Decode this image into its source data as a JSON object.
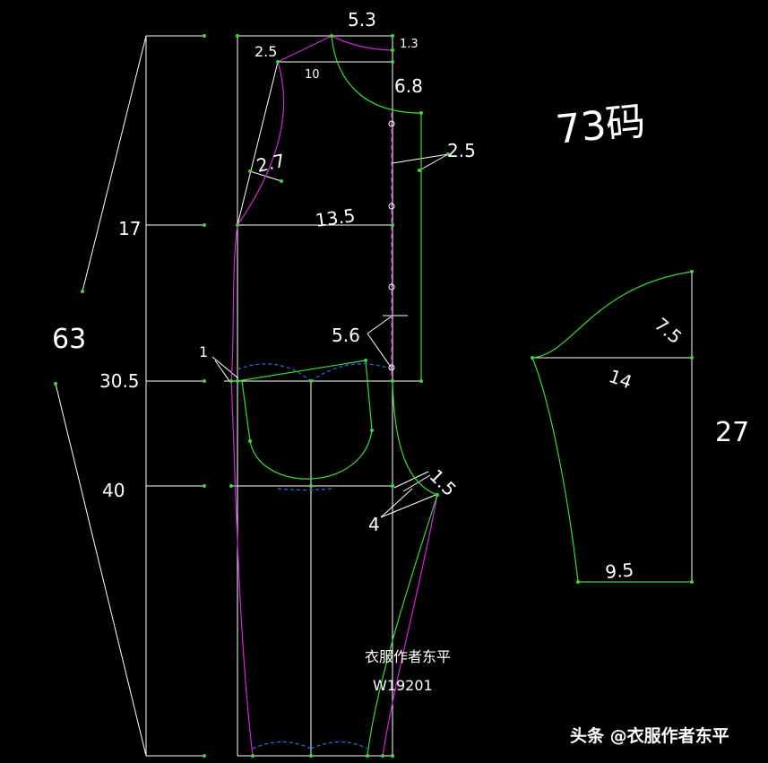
{
  "title": "73码",
  "author_text": "衣服作者东平",
  "code": "W19201",
  "watermark": {
    "prefix": "头条",
    "handle": "@衣服作者东平"
  },
  "front": {
    "total_length": "63",
    "level_17": "17",
    "level_305": "30.5",
    "level_40": "40",
    "shoulder_width": "5.3",
    "shoulder_drop": "1.3",
    "neck_drop": "6.8",
    "shoulder_rise": "2.5",
    "shoulder_len": "10",
    "armhole_depth": "2.7",
    "chest_width": "13.5",
    "placket": "2.5",
    "waist_offset": "5.6",
    "side_in": "1",
    "crotch_ext": "1.5",
    "crotch_in": "4"
  },
  "sleeve": {
    "length": "27",
    "cap_height": "7.5",
    "width": "14",
    "cuff": "9.5"
  },
  "colors": {
    "background": "#000000",
    "draft_line": "#ffffff",
    "pattern_line": "#33dd33",
    "curve_line": "#dd22dd",
    "dashed_line": "#3366ff",
    "point": "#33dd33"
  }
}
